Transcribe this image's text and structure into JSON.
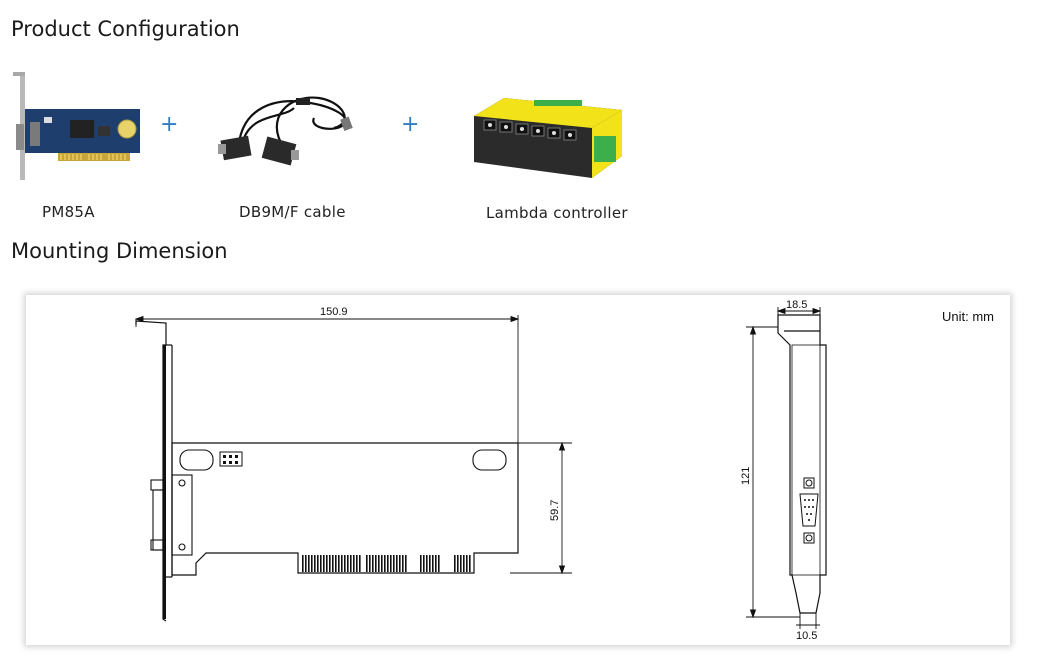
{
  "sections": {
    "product_configuration": "Product Configuration",
    "mounting_dimension": "Mounting Dimension"
  },
  "products": [
    {
      "name": "PM85A"
    },
    {
      "name": "DB9M/F cable"
    },
    {
      "name": "Lambda controller"
    }
  ],
  "plus_sign": "+",
  "drawing": {
    "unit_label": "Unit: mm",
    "dimensions": {
      "card_length": "150.9",
      "card_height": "59.7",
      "bracket_width": "18.5",
      "bracket_height": "121",
      "bracket_tab": "10.5"
    }
  },
  "colors": {
    "plus": "#2d7fc4",
    "pcb": "#1e3f6e",
    "controller_body": "#f2e21a",
    "terminal_green": "#3cae4a"
  }
}
